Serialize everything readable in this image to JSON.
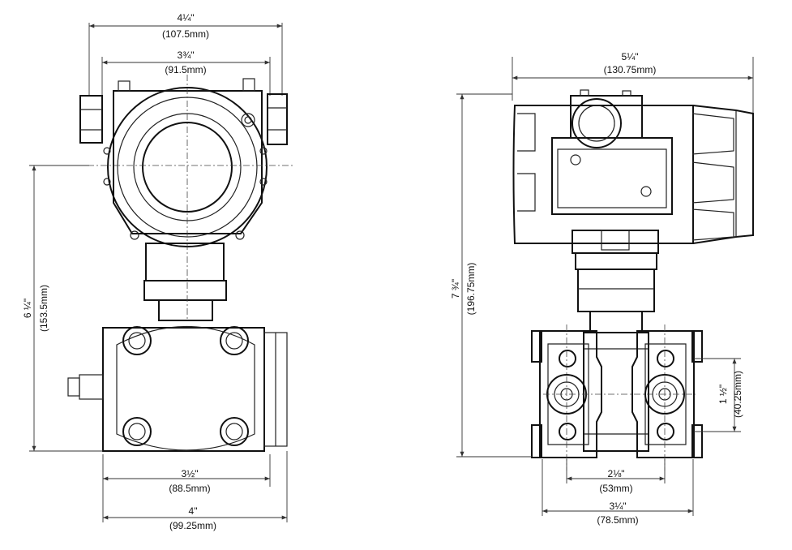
{
  "left_view": {
    "top_overall": {
      "imperial": "4¼\"",
      "metric": "(107.5mm)"
    },
    "top_inner": {
      "imperial": "3¾\"",
      "metric": "(91.5mm)"
    },
    "height": {
      "imperial": "6 ¼\"",
      "metric": "(153.5mm)"
    },
    "bottom_inner": {
      "imperial": "3½\"",
      "metric": "(88.5mm)"
    },
    "bottom_overall": {
      "imperial": "4\"",
      "metric": "(99.25mm)"
    }
  },
  "right_view": {
    "top_width": {
      "imperial": "5¼\"",
      "metric": "(130.75mm)"
    },
    "height": {
      "imperial": "7 ¾\"",
      "metric": "(196.75mm)"
    },
    "port_spacing_v": {
      "imperial": "1 ½\"",
      "metric": "(40.25mm)"
    },
    "port_spacing_h": {
      "imperial": "2⅛\"",
      "metric": "(53mm)"
    },
    "bottom_width": {
      "imperial": "3¼\"",
      "metric": "(78.5mm)"
    }
  }
}
